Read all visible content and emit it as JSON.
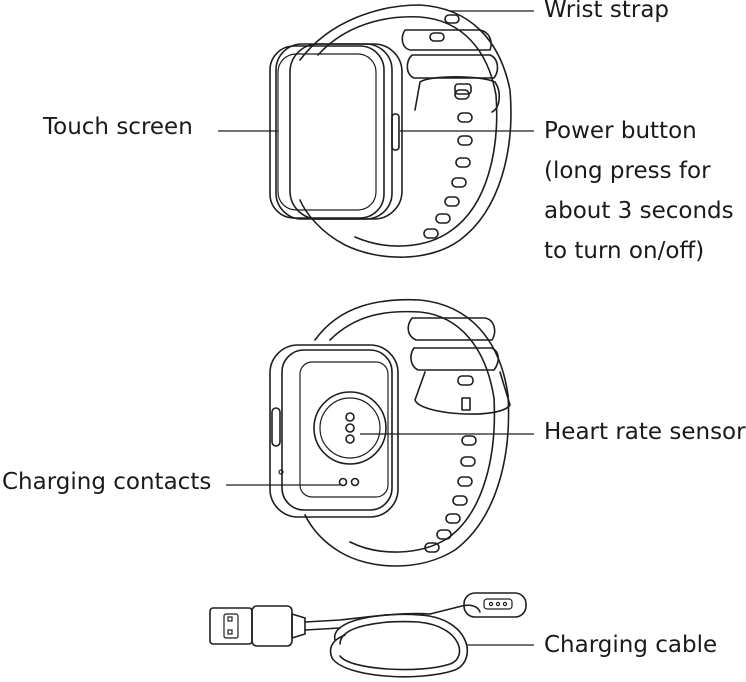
{
  "labels": {
    "wrist_strap": "Wrist strap",
    "touch_screen": "Touch screen",
    "power_button": [
      "Power button",
      "(long press for",
      "about 3 seconds",
      "to turn on/off)"
    ],
    "heart_rate_sensor": "Heart rate sensor",
    "charging_contacts": "Charging contacts",
    "charging_cable": "Charging cable"
  }
}
